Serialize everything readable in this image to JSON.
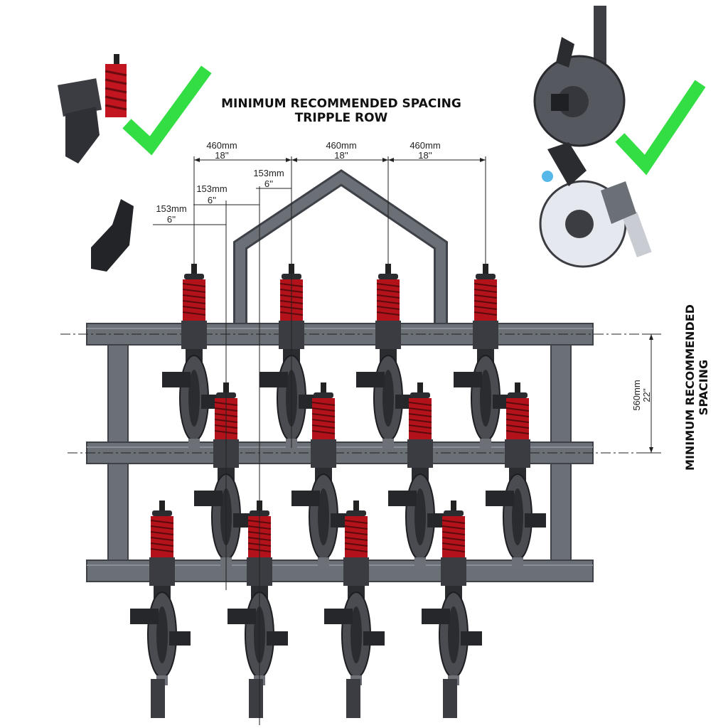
{
  "titles": {
    "main_line1": "MINIMUM RECOMMENDED SPACING",
    "main_line2": "TRIPPLE ROW",
    "side_line1": "MINIMUM RECOMMENDED",
    "side_line2": "SPACING"
  },
  "dimensions": {
    "top": [
      {
        "mm": "460mm",
        "inch": "18''"
      },
      {
        "mm": "460mm",
        "inch": "18''"
      },
      {
        "mm": "460mm",
        "inch": "18''"
      }
    ],
    "offset_a": {
      "mm": "153mm",
      "inch": "6''"
    },
    "offset_b": {
      "mm": "153mm",
      "inch": "6''"
    },
    "offset_c": {
      "mm": "153mm",
      "inch": "6''"
    },
    "row_spacing": {
      "mm": "560mm",
      "inch": "22''"
    }
  },
  "colors": {
    "frame": "#6b6f76",
    "frame_dark": "#3e4147",
    "spring": "#b3121b",
    "check": "#33dd44",
    "unit_dark": "#2b2c30",
    "disc": "#5c5f66",
    "hose": "#55b8e8"
  },
  "icons": [
    "check-icon",
    "check-icon",
    "tine-bracket-icon",
    "spring-tine-icon",
    "notched-disc-icon",
    "press-wheel-icon"
  ]
}
